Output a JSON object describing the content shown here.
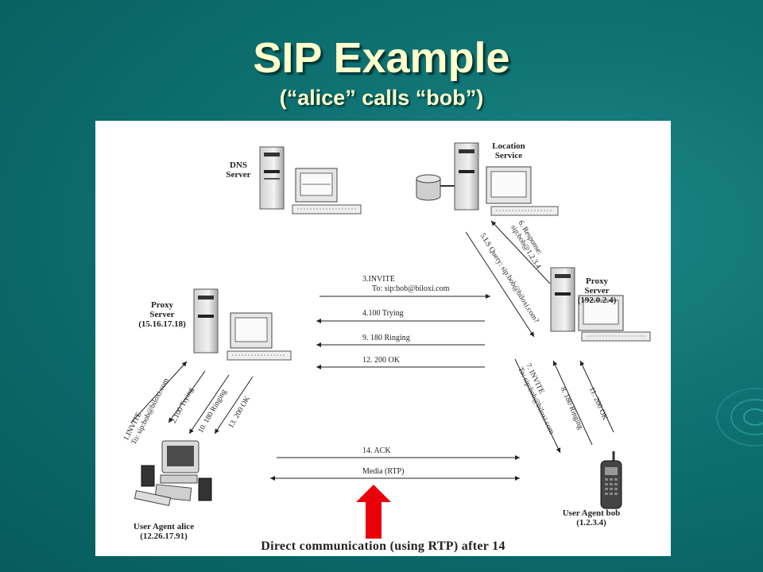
{
  "slide": {
    "title": "SIP Example",
    "subtitle": "(“alice” calls “bob”)"
  },
  "nodes": {
    "dns": [
      "DNS",
      "Server"
    ],
    "location": [
      "Location",
      "Service"
    ],
    "proxy_left": [
      "Proxy",
      "Server",
      "(15.16.17.18)"
    ],
    "proxy_right": [
      "Proxy",
      "Server",
      "(192.0.2.4)"
    ],
    "alice": [
      "User Agent alice",
      "(12.26.17.91)"
    ],
    "bob": [
      "User Agent bob",
      "(1.2.3.4)"
    ]
  },
  "messages": {
    "m3": [
      "3.INVITE",
      "To: sip:bob@biloxi.com"
    ],
    "m4": "4.100 Trying",
    "m9": "9. 180 Ringing",
    "m12": "12. 200 OK",
    "m14": "14. ACK",
    "media": "Media (RTP)",
    "m1": [
      "1.INVITE",
      "To: sip:bob@biloxi.com"
    ],
    "m2": "2.100 Trying",
    "m10": "10. 180 Ringing",
    "m13": "13. 200 OK",
    "m5": "5.LS Query: sip:bob@biloxi.com?",
    "m6": [
      "6. Response:",
      "sip:bob@1.2.3.4"
    ],
    "m7": [
      "7. INVITE",
      "To: sip:bob@biloxi.com"
    ],
    "m8": "8. 180 Ringing",
    "m11": "11. 200 OK"
  },
  "caption": "Direct communication (using RTP) after 14",
  "colors": {
    "background": "#0b6a6a",
    "title": "#ffffcc",
    "highlight_arrow": "#e8000b"
  }
}
